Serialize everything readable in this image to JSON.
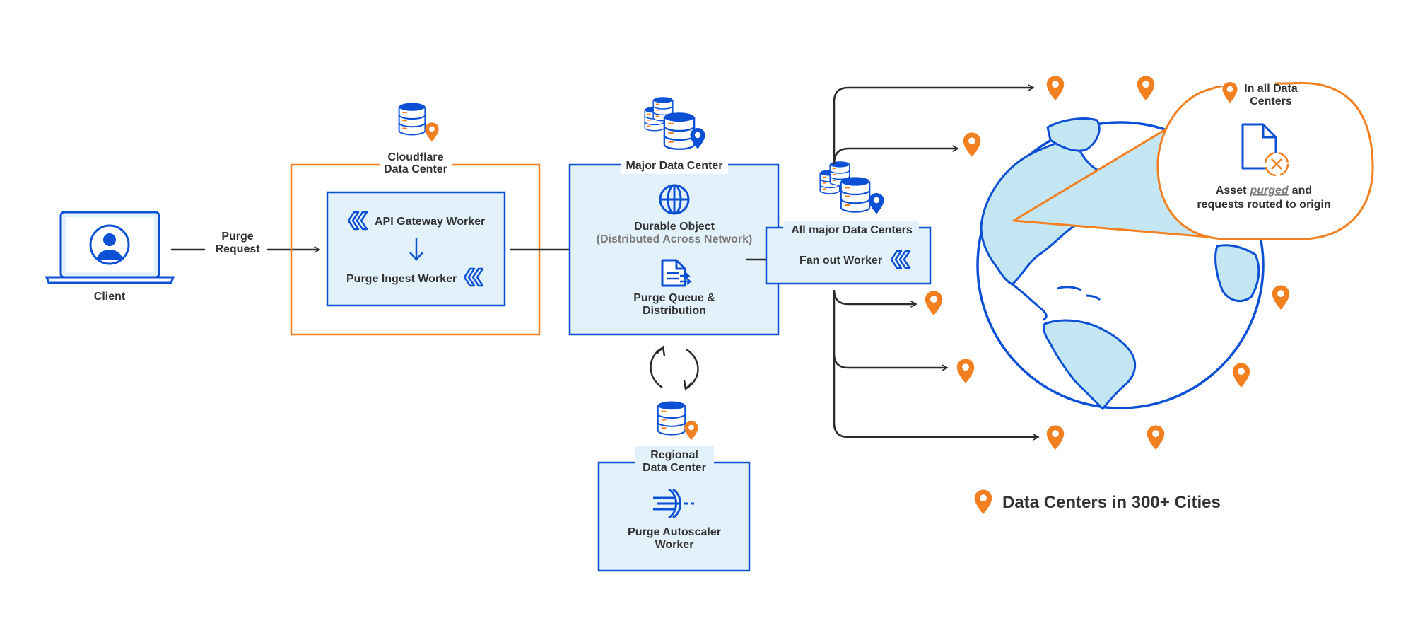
{
  "client": {
    "label": "Client"
  },
  "request": {
    "line1": "Purge",
    "line2": "Request"
  },
  "cloudflare_dc": {
    "title_line1": "Cloudflare",
    "title_line2": "Data Center",
    "api_worker": "API Gateway Worker",
    "ingest_worker": "Purge Ingest Worker"
  },
  "major_dc": {
    "title": "Major Data Center",
    "durable_object": "Durable Object",
    "durable_sub": "(Distributed Across Network)",
    "queue_line1": "Purge Queue &",
    "queue_line2": "Distribution"
  },
  "regional_dc": {
    "title_line1": "Regional",
    "title_line2": "Data Center",
    "worker_line1": "Purge Autoscaler",
    "worker_line2": "Worker"
  },
  "all_major": {
    "title": "All major Data Centers",
    "worker": "Fan out Worker"
  },
  "callout": {
    "title_line1": "In all Data",
    "title_line2": "Centers",
    "asset_pre": "Asset",
    "asset_em": "purged",
    "asset_post": "and",
    "line2": "requests routed to origin"
  },
  "footer": {
    "label": "Data Centers in 300+ Cities"
  },
  "colors": {
    "blue": "#0c50d6",
    "light_blue": "#e3f2fa",
    "orange": "#f38020",
    "dark": "#2b2b2b"
  }
}
